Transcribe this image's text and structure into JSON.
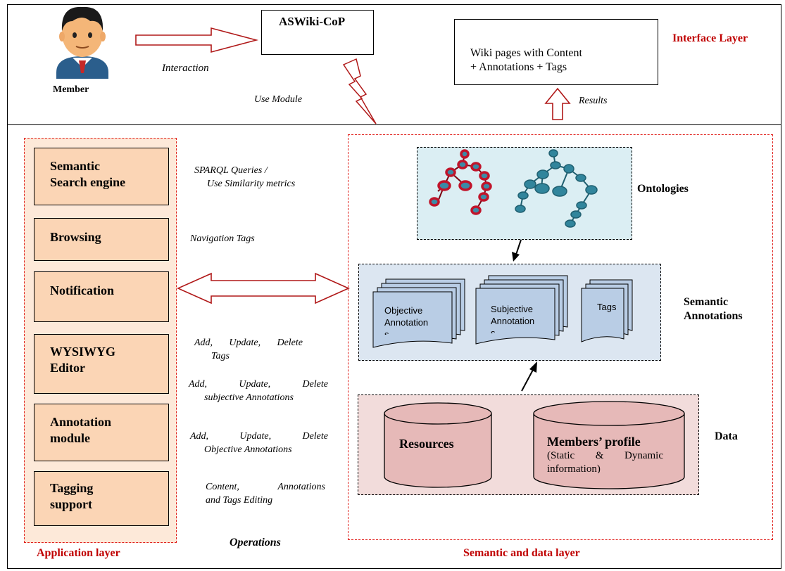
{
  "interface_layer": {
    "title": "Interface Layer",
    "member_label": "Member",
    "interaction_label": "Interaction",
    "app_box": "ASWiki-CoP",
    "use_module_label": "Use Module",
    "wiki_pages_line1": "Wiki pages with Content",
    "wiki_pages_line2": "+ Annotations + Tags",
    "results_label": "Results"
  },
  "application_layer": {
    "title": "Application layer",
    "modules": [
      {
        "line1": "Semantic",
        "line2": "Search engine"
      },
      {
        "line1": "Browsing",
        "line2": ""
      },
      {
        "line1": "Notification",
        "line2": ""
      },
      {
        "line1": "WYSIWYG",
        "line2": "Editor"
      },
      {
        "line1": "Annotation",
        "line2": "module"
      },
      {
        "line1": "Tagging",
        "line2": "support"
      }
    ]
  },
  "operations": {
    "title": "Operations",
    "items": [
      {
        "line1": "SPARQL Queries /",
        "line2": "Use Similarity metrics"
      },
      {
        "line1": "Navigation Tags",
        "line2": ""
      },
      {
        "line1": "Add, Update, Delete",
        "line2": "Tags"
      },
      {
        "line1": "Add, Update, Delete",
        "line2": "subjective Annotations"
      },
      {
        "line1": "Add, Update, Delete",
        "line2": "Objective Annotations"
      },
      {
        "line1": "Content, Annotations",
        "line2": "and Tags Editing"
      }
    ]
  },
  "semantic_data_layer": {
    "title": "Semantic and data layer",
    "ontologies_label": "Ontologies",
    "annotations_label_line1": "Semantic",
    "annotations_label_line2": "Annotations",
    "doc_objective_line1": "Objective",
    "doc_objective_line2": "Annotation",
    "doc_objective_line3": "s",
    "doc_subjective_line1": "Subjective",
    "doc_subjective_line2": "Annotation",
    "doc_subjective_line3": "s",
    "doc_tags": "Tags",
    "data_label": "Data",
    "resources_label": "Resources",
    "members_profile_title": "Members’ profile",
    "members_profile_line1": "(Static & Dynamic",
    "members_profile_line2": "information)"
  },
  "colors": {
    "layer_title_red": "#c00000",
    "dashed_red": "#e0201c",
    "arrow_red": "#b01818",
    "app_panel": "#fde9d9",
    "module_box": "#fbd5b5",
    "ontology_bg": "#dbeef3",
    "annotations_bg": "#dce6f1",
    "data_bg": "#f2dcdb",
    "cylinder": "#e6b9b8",
    "doc_fill": "#b9cde5",
    "node_red": "#c0142a",
    "node_teal": "#31859c"
  }
}
